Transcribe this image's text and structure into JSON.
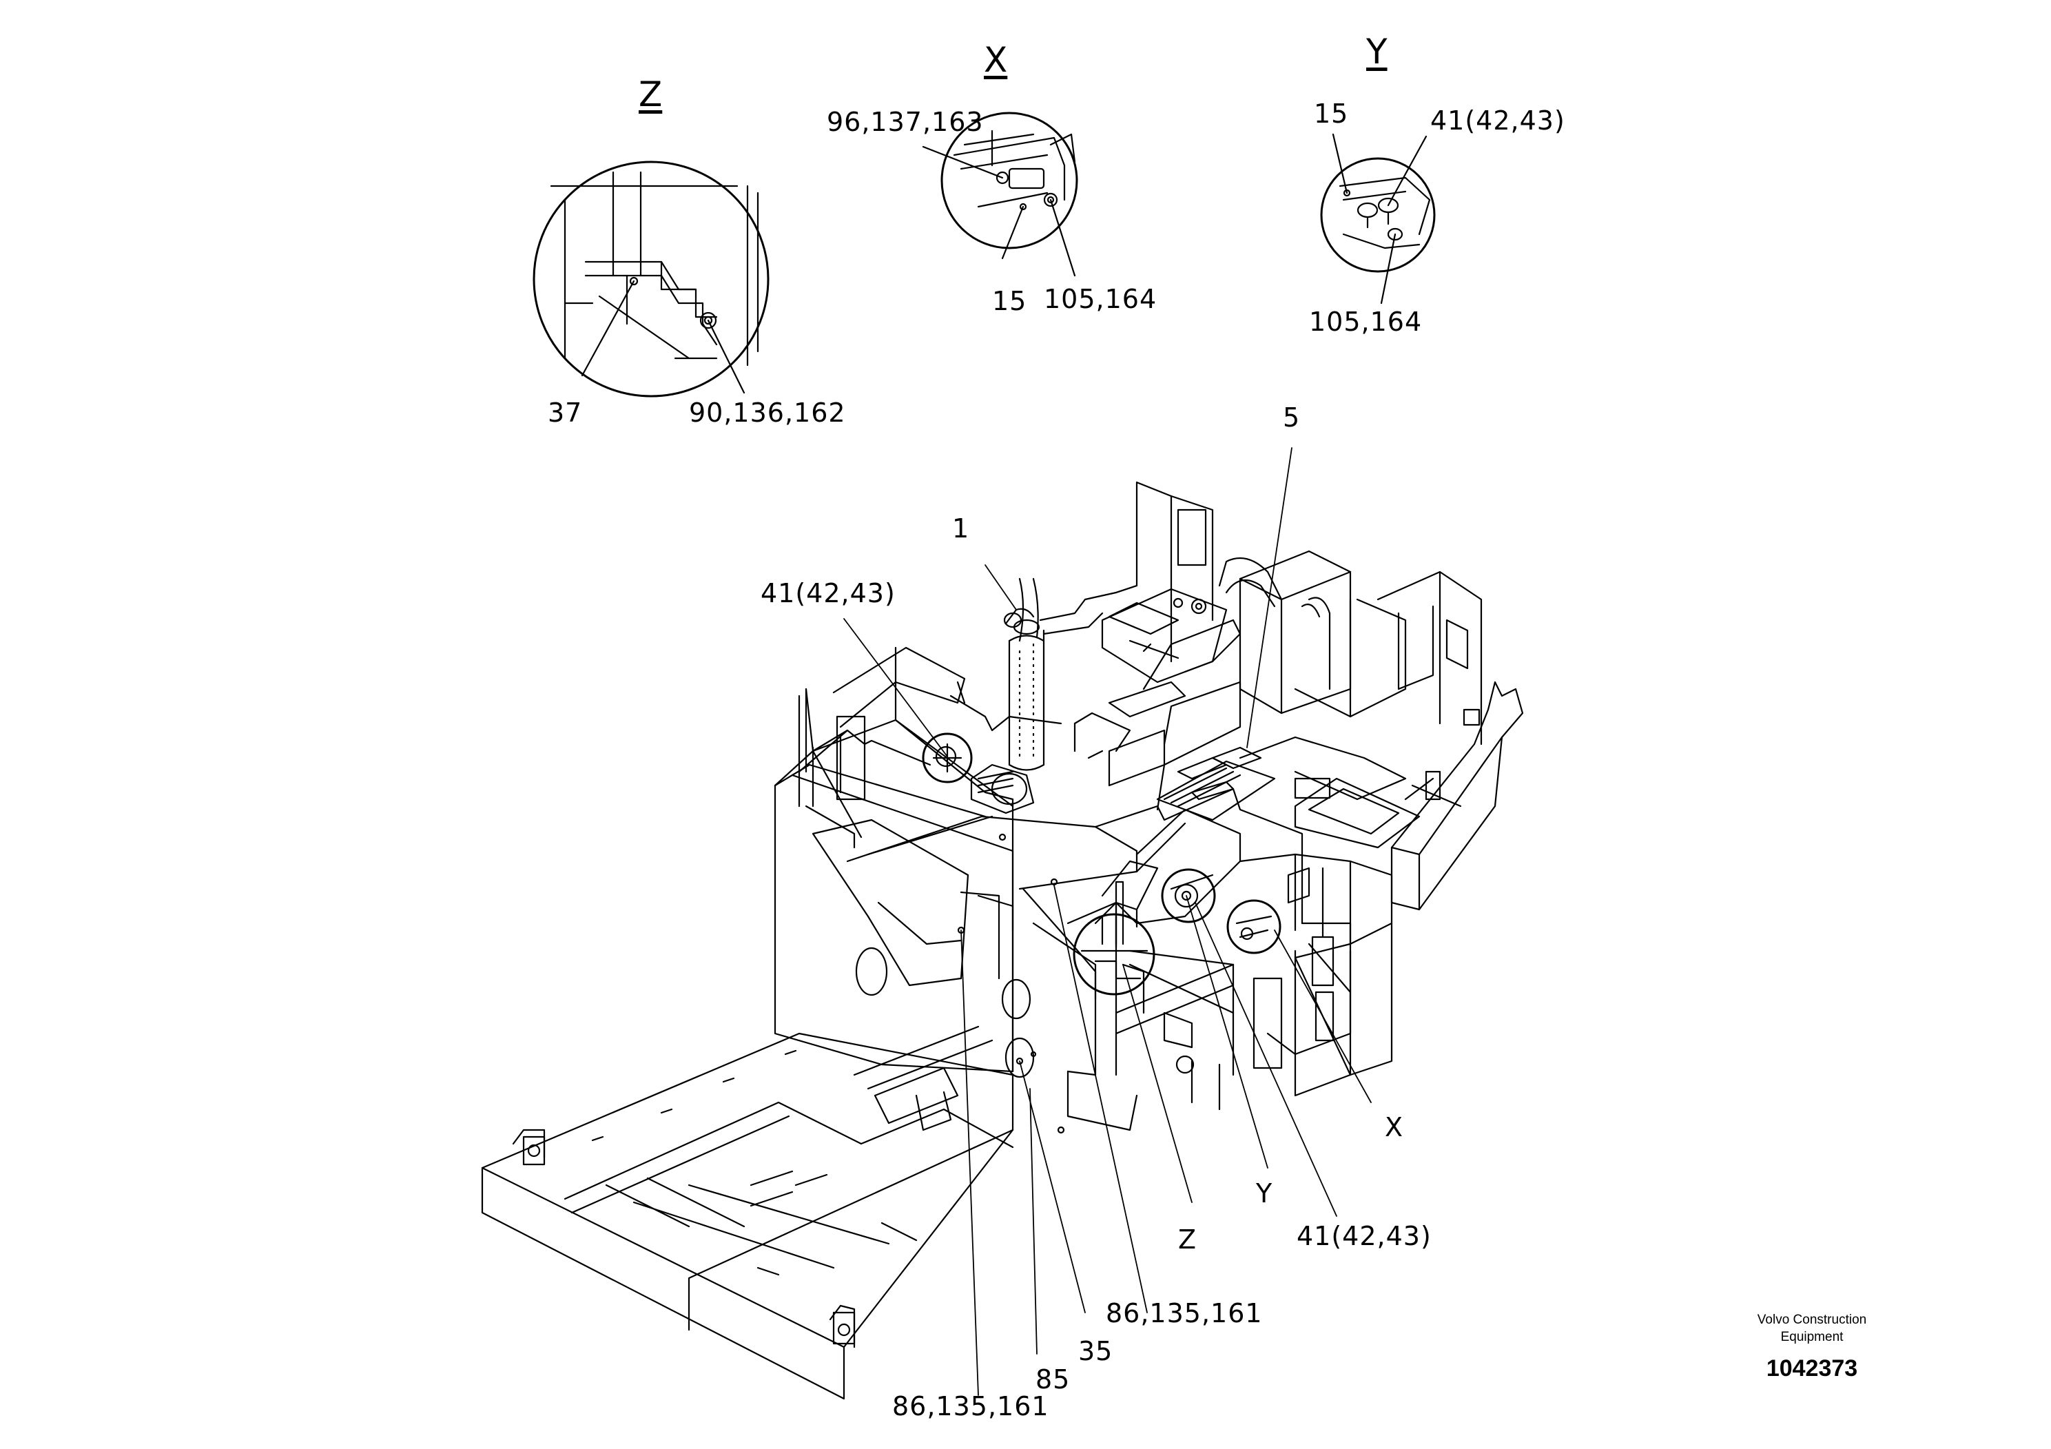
{
  "details": {
    "z": {
      "letter": "Z",
      "callouts": [
        "37",
        "90,136,162"
      ]
    },
    "x": {
      "letter": "X",
      "callouts": [
        "96,137,163",
        "15",
        "105,164"
      ]
    },
    "y": {
      "letter": "Y",
      "callouts": [
        "15",
        "41(42,43)",
        "105,164"
      ]
    }
  },
  "main_callouts": {
    "c1": "1",
    "c5": "5",
    "c41_top": "41(42,43)",
    "cx": "X",
    "cy": "Y",
    "cz": "Z",
    "c41_bottom": "41(42,43)",
    "c86_right": "86,135,161",
    "c35": "35",
    "c85": "85",
    "c86_left": "86,135,161"
  },
  "footer": {
    "company_line1": "Volvo Construction",
    "company_line2": "Equipment",
    "drawing_number": "1042373"
  }
}
